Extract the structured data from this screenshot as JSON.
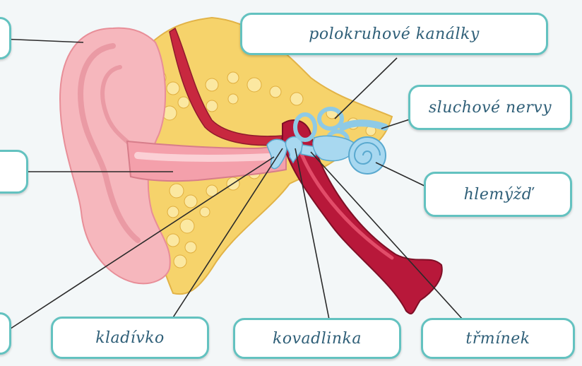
{
  "labels": {
    "semicircular_canals": "polokruhové kanálky",
    "auditory_nerves": "sluchové nervy",
    "cochlea": "hlemýžď",
    "malleus": "kladívko",
    "incus": "kovadlinka",
    "stapes": "třmínek"
  },
  "colors": {
    "background": "#f3f7f8",
    "label_border": "#63c2c0",
    "label_text": "#2f5f78",
    "ear_skin": "#f6b7bd",
    "fat_tissue": "#f6d66a",
    "tube_red": "#b8183a",
    "inner_ear_blue": "#a8d8f0"
  }
}
